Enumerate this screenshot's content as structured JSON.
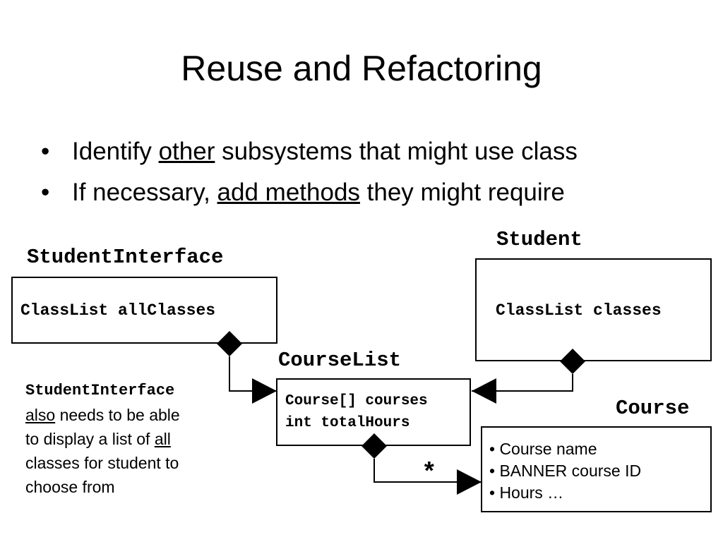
{
  "slide": {
    "title": "Reuse and Refactoring",
    "bullets": [
      {
        "marker": "•",
        "pre": "Identify ",
        "emph": "other",
        "post": " subsystems that might use class"
      },
      {
        "marker": "•",
        "pre": "If necessary, ",
        "emph": "add methods",
        "post": " they might require"
      }
    ]
  },
  "diagram": {
    "student_interface": {
      "name": "StudentInterface",
      "field": "ClassList allClasses"
    },
    "student": {
      "name": "Student",
      "field": "ClassList classes"
    },
    "course_list": {
      "name": "CourseList",
      "fields": [
        "Course[] courses",
        "int totalHours"
      ]
    },
    "course": {
      "name": "Course",
      "items": [
        "• Course name",
        "• BANNER course ID",
        "• Hours …"
      ]
    },
    "multiplicity": "*",
    "note": {
      "line1": "StudentInterface",
      "line2_emph": "also",
      "line2_rest": " needs to be able",
      "line3_pre": "to display a list of ",
      "line3_emph": "all",
      "line4": "classes for student to",
      "line5": "choose from"
    }
  }
}
